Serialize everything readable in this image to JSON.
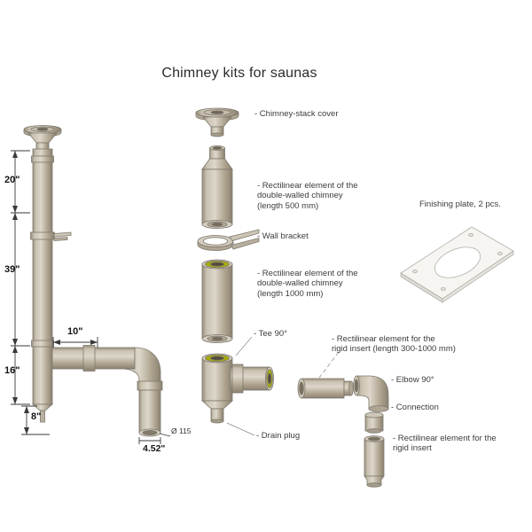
{
  "title": "Chimney kits for saunas",
  "dimensions": {
    "h_top": "20\"",
    "h_mid": "39\"",
    "h_bottom": "16\"",
    "w_branch": "10\"",
    "h_drain": "8\"",
    "diameter": "Ø 115",
    "w_pipe": "4.52\""
  },
  "labels": {
    "stack_cover": "- Chimney-stack cover",
    "rect_500": "- Rectilinear element of the\ndouble-walled chimney\n(length 500 mm)",
    "wall_bracket": "- Wall bracket",
    "rect_1000": "- Rectilinear element of the\ndouble-walled chimney\n(length 1000 mm)",
    "tee": "- Tee 90°",
    "rigid_insert_long": "- Rectilinear element for the\nrigid insert (length 300-1000 mm)",
    "elbow": "- Elbow 90°",
    "connection": "- Connection",
    "drain_plug": "- Drain plug",
    "rigid_insert": "- Rectilinear element for the\nrigid insert",
    "finishing_plate": "Finishing plate, 2 pcs."
  },
  "colors": {
    "pipe_light": "#ddd7ca",
    "pipe_dark": "#8b8170",
    "insulation_green": "#a6ad08",
    "outline": "#7d786e",
    "text": "#3c3c3c"
  }
}
